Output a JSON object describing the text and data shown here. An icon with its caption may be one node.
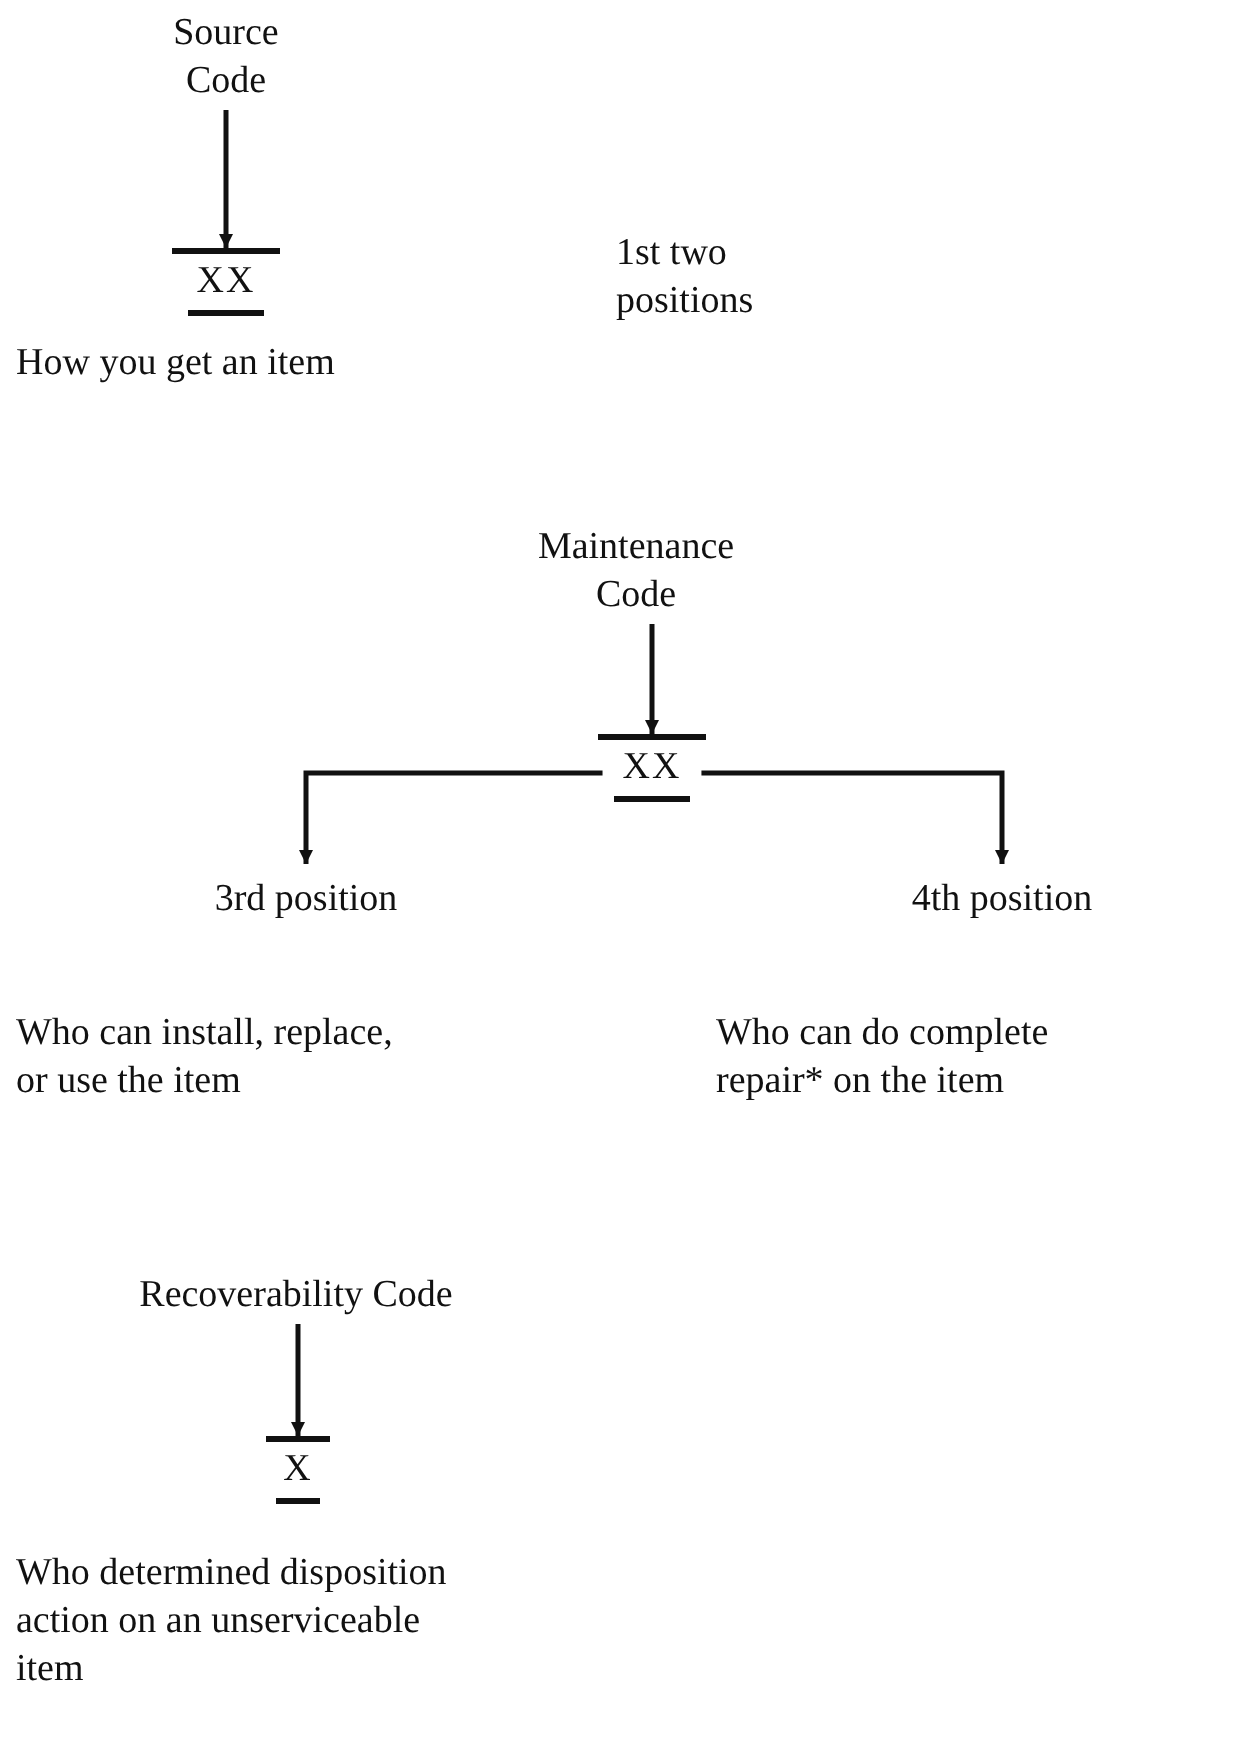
{
  "diagram": {
    "nodes": [
      {
        "text": [
          "Source Code"
        ]
      },
      {
        "text": [
          "XX"
        ]
      },
      {
        "text": [
          "Maintenance Code"
        ]
      },
      {
        "text": [
          "XX"
        ]
      },
      {
        "text": [
          "3rd position"
        ]
      },
      {
        "text": [
          "4th position"
        ]
      },
      {
        "text": [
          "Recoverability Code"
        ]
      },
      {
        "text": [
          "X"
        ]
      }
    ],
    "edges": [
      {
        "from": 0,
        "to": 1,
        "arrow": "to"
      },
      {
        "from": 2,
        "to": 3,
        "arrow": "to"
      },
      {
        "from": 3,
        "to": 4,
        "arrow": "to"
      },
      {
        "from": 3,
        "to": 5,
        "arrow": "to"
      },
      {
        "from": 6,
        "to": 7,
        "arrow": "to"
      }
    ],
    "labels": [
      "1st two positions",
      "How you get an item",
      "Who can install, replace, or use the item",
      "Who can do complete repair* on the item",
      "Who determined disposition action on an unserviceable item"
    ]
  }
}
